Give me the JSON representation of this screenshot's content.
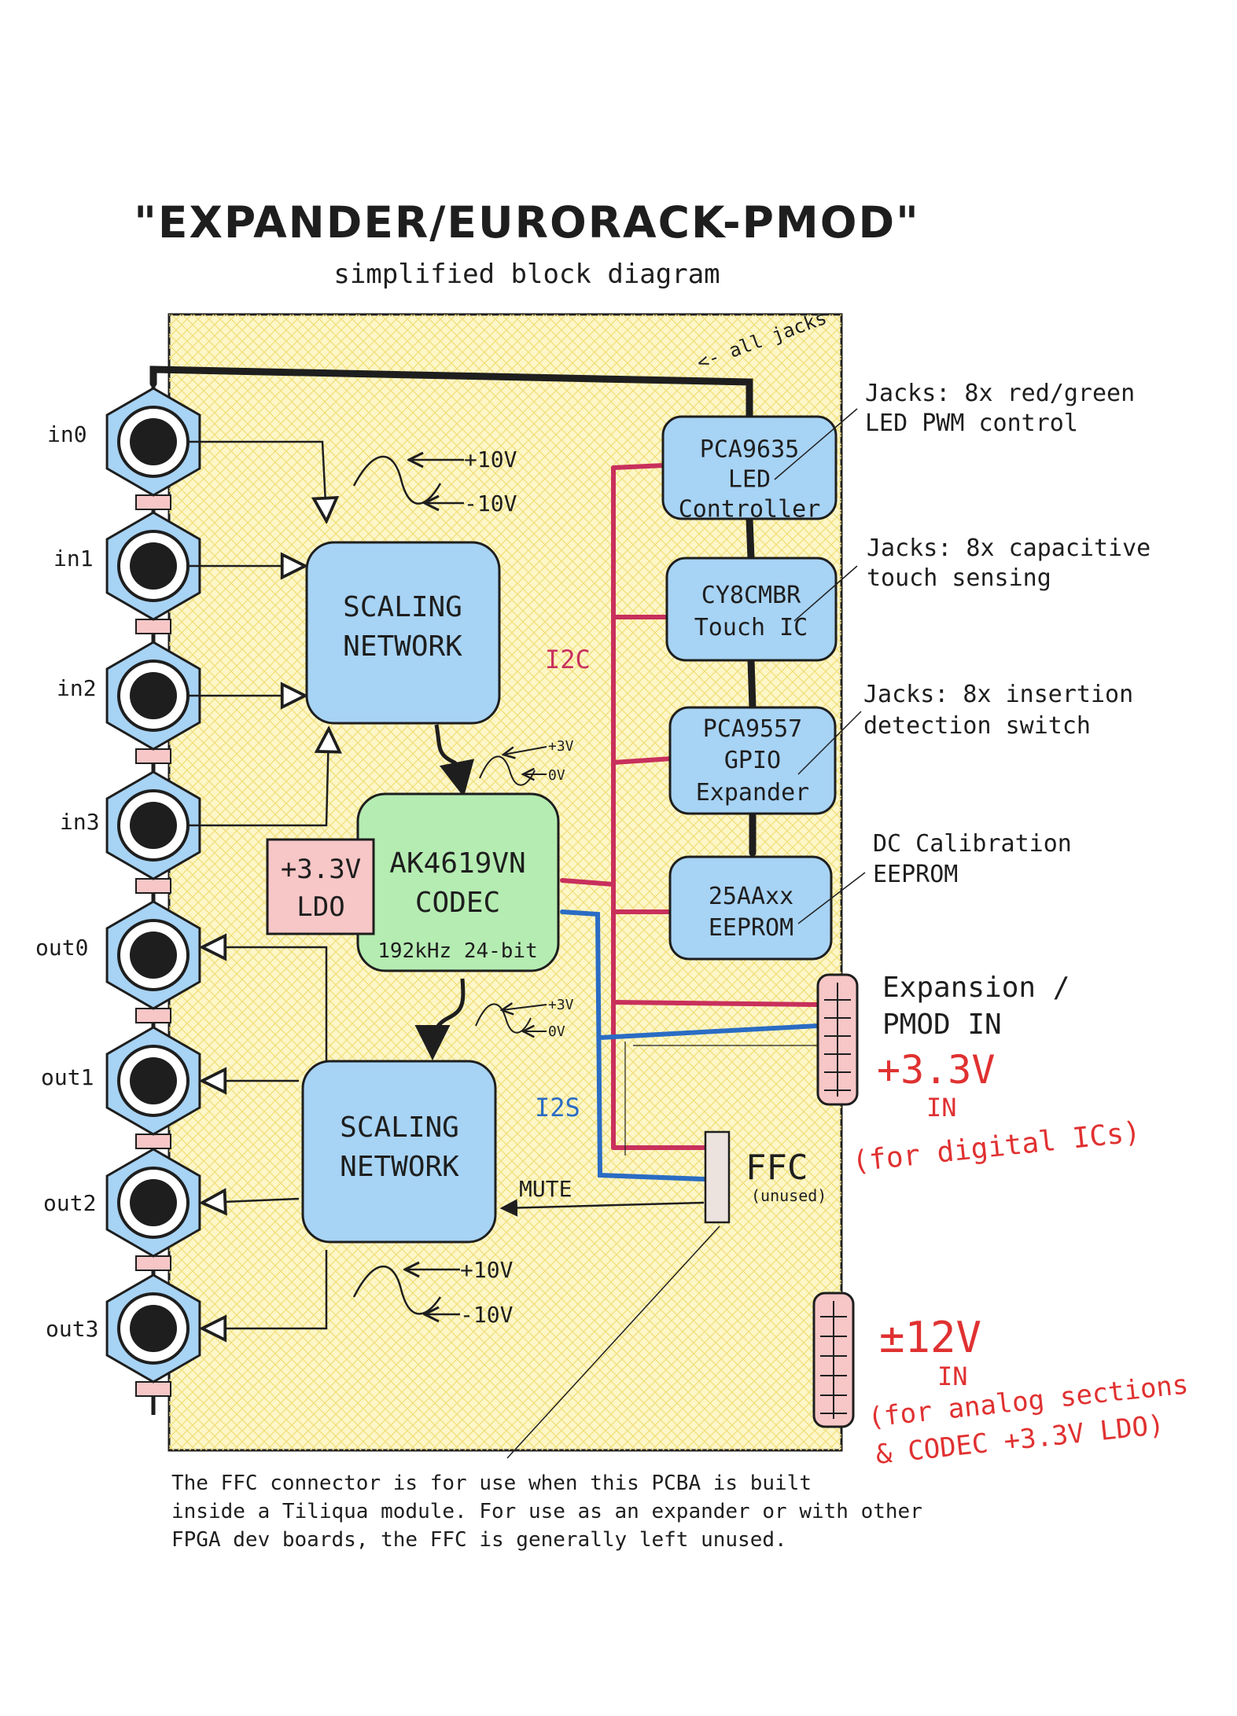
{
  "title": "\"EXPANDER/EURORACK-PMOD\"",
  "subtitle": "simplified block diagram",
  "jacks": {
    "inputs": [
      "in0",
      "in1",
      "in2",
      "in3"
    ],
    "outputs": [
      "out0",
      "out1",
      "out2",
      "out3"
    ],
    "all_jacks_label": "<- all jacks"
  },
  "blocks": {
    "scaling_in": [
      "SCALING",
      "NETWORK"
    ],
    "scaling_out": [
      "SCALING",
      "NETWORK"
    ],
    "codec": [
      "AK4619VN",
      "CODEC",
      "192kHz 24-bit"
    ],
    "ldo": [
      "+3.3V",
      "LDO"
    ],
    "led": [
      "PCA9635",
      "LED",
      "Controller"
    ],
    "touch": [
      "CY8CMBR",
      "Touch IC"
    ],
    "gpio": [
      "PCA9557",
      "GPIO",
      "Expander"
    ],
    "eeprom": [
      "25AAxx",
      "EEPROM"
    ],
    "ffc": "FFC",
    "ffc_note": "(unused)"
  },
  "signals": {
    "in_plus": "+10V",
    "in_minus": "-10V",
    "codec_in_plus": "+3V",
    "codec_in_zero": "0V",
    "codec_out_plus": "+3V",
    "codec_out_zero": "0V",
    "out_plus": "+10V",
    "out_minus": "-10V",
    "i2c": "I2C",
    "i2s": "I2S",
    "mute": "MUTE"
  },
  "annotations": {
    "led": [
      "Jacks: 8x red/green",
      "LED PWM control"
    ],
    "touch": [
      "Jacks: 8x capacitive",
      "touch sensing"
    ],
    "gpio": [
      "Jacks: 8x insertion",
      "detection switch"
    ],
    "eeprom": [
      "DC Calibration",
      "EEPROM"
    ],
    "expansion": [
      "Expansion /",
      "PMOD IN"
    ],
    "power_33": [
      "+3.3V",
      "IN",
      "(for digital ICs)"
    ],
    "power_12": [
      "±12V",
      "IN",
      "(for analog sections",
      "& CODEC +3.3V LDO)"
    ],
    "ffc_footnote": [
      "The FFC connector is for use when this PCBA is built",
      "inside a Tiliqua module. For use as an expander or with other",
      "FPGA dev boards, the FFC is generally left unused."
    ]
  },
  "colors": {
    "board": "#fdf6c8",
    "hatch": "#f1df7a",
    "block_blue": "#a7d3f4",
    "block_green": "#b5ecb2",
    "block_pink": "#f7c6c6",
    "i2c_line": "#c8305c",
    "i2s_line": "#2a6cc4",
    "power_text": "#e03131",
    "ink": "#1e1e1e"
  }
}
